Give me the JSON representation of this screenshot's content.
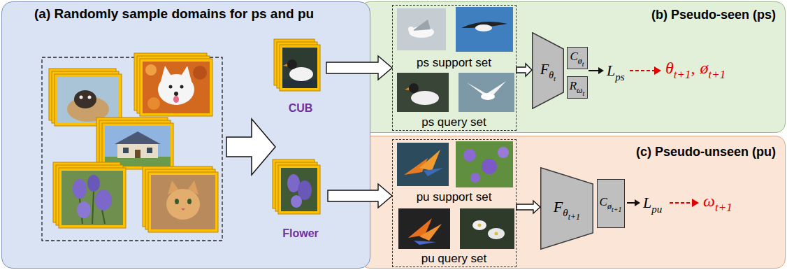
{
  "diagram": {
    "nodes": [
      {
        "text": [
          "(a) Randomly sample domains for ps and pu"
        ]
      },
      {
        "text": [
          "CUB"
        ],
        "in": 0
      },
      {
        "text": [
          "Flower"
        ],
        "in": 0
      },
      {
        "text": [
          "(b) Pseudo-seen (ps)"
        ]
      },
      {
        "text": [
          "ps support set",
          "ps query set"
        ],
        "in": 3
      },
      {
        "text": [
          "F",
          "θ",
          "t"
        ],
        "in": 3
      },
      {
        "text": [
          "C",
          "ø",
          "t"
        ],
        "in": 3
      },
      {
        "text": [
          "R",
          "ω",
          "t"
        ],
        "in": 3
      },
      {
        "text": [
          "(c) Pseudo-unseen (pu)"
        ]
      },
      {
        "text": [
          "pu support set",
          "pu query set"
        ],
        "in": 8
      },
      {
        "text": [
          "F",
          "θ",
          "t+1"
        ],
        "in": 8
      },
      {
        "text": [
          "C",
          "ø",
          "t+1"
        ],
        "in": 8
      }
    ],
    "edges": [
      {
        "from": 1,
        "to": 4,
        "arrow": "to"
      },
      {
        "from": 2,
        "to": 9,
        "arrow": "to"
      },
      {
        "from": 4,
        "to": 5,
        "arrow": "to"
      },
      {
        "from": 9,
        "to": 10,
        "arrow": "to"
      }
    ],
    "labels": [
      "L",
      "ps",
      "θ",
      "t+1",
      ",",
      "ø",
      "t+1",
      "L",
      "pu",
      "ω",
      "t+1"
    ]
  }
}
